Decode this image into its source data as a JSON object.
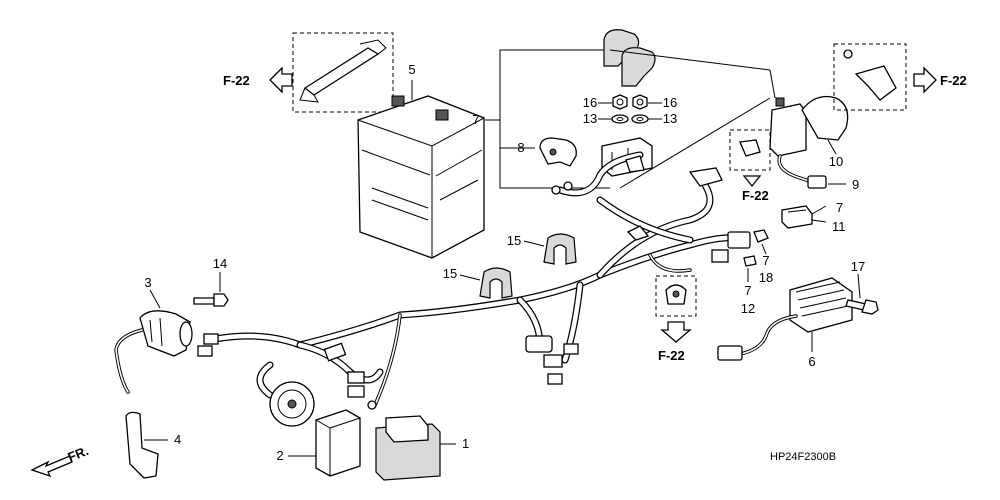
{
  "diagram_code": "HP24F2300B",
  "direction_indicator": "FR.",
  "cross_refs": {
    "top_left": "F-22",
    "top_right": "F-22",
    "middle": "F-22",
    "bottom": "F-22"
  },
  "callouts": {
    "c1": "1",
    "c2": "2",
    "c3": "3",
    "c4": "4",
    "c5": "5",
    "c6": "6",
    "c7_left": "7",
    "c7_right_top": "7",
    "c7_small": "7",
    "c7_low": "7",
    "c8": "8",
    "c9": "9",
    "c10": "10",
    "c11": "11",
    "c12": "12",
    "c13_left": "13",
    "c13_right": "13",
    "c14": "14",
    "c15_upper": "15",
    "c15_lower": "15",
    "c16_left": "16",
    "c16_right": "16",
    "c17": "17",
    "c18": "18"
  }
}
